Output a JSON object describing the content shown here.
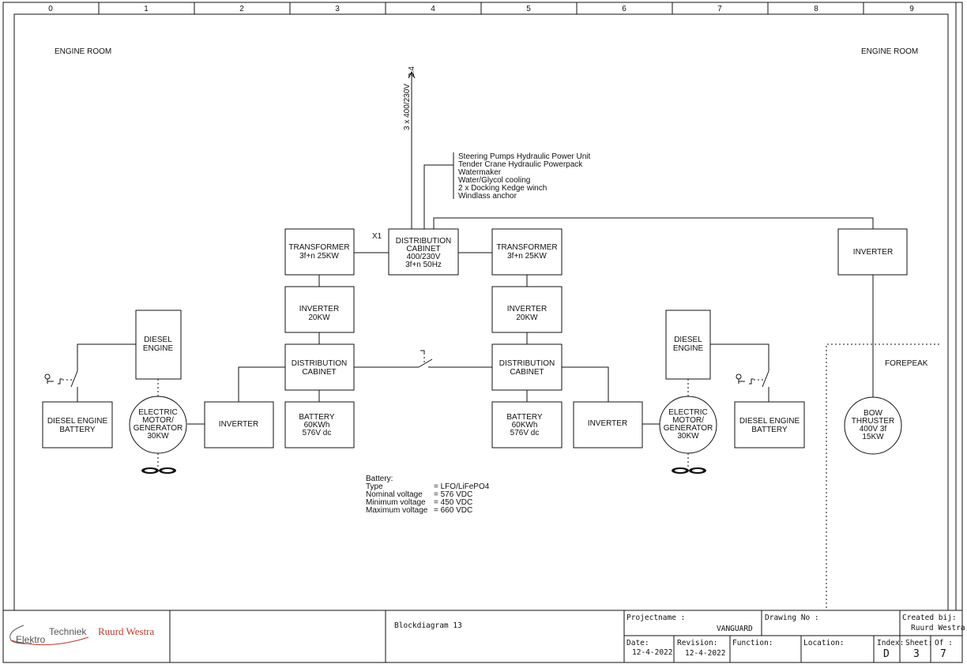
{
  "ruler": [
    "0",
    "1",
    "2",
    "3",
    "4",
    "5",
    "6",
    "7",
    "8",
    "9"
  ],
  "labels": {
    "engine_room_left": "ENGINE ROOM",
    "engine_room_right": "ENGINE ROOM",
    "forepeak": "FOREPEAK",
    "x1": "X1",
    "feed": "3 x 400/230V",
    "feed_ref": "2.4"
  },
  "consumers": [
    "Steering Pumps Hydraulic Power Unit",
    "Tender Crane Hydraulic Powerpack",
    "Watermaker",
    "Water/Glycol cooling",
    "2 x Docking Kedge winch",
    "Windlass anchor"
  ],
  "blocks": {
    "dist_main": [
      "DISTRIBUTION",
      "CABINET",
      "400/230V",
      "3f+n 50Hz"
    ],
    "transformer_left": [
      "TRANSFORMER",
      "3f+n 25KW"
    ],
    "transformer_right": [
      "TRANSFORMER",
      "3f+n 25KW"
    ],
    "inverter_20_left": [
      "INVERTER",
      "20KW"
    ],
    "inverter_20_right": [
      "INVERTER",
      "20KW"
    ],
    "dist_left": [
      "DISTRIBUTION",
      "CABINET"
    ],
    "dist_right": [
      "DISTRIBUTION",
      "CABINET"
    ],
    "battery_left": [
      "BATTERY",
      "60KWh",
      "576V dc"
    ],
    "battery_right": [
      "BATTERY",
      "60KWh",
      "576V dc"
    ],
    "inverter_left": [
      "INVERTER"
    ],
    "inverter_right": [
      "INVERTER"
    ],
    "inverter_bow": [
      "INVERTER"
    ],
    "diesel_engine_left": [
      "DIESEL",
      "ENGINE"
    ],
    "diesel_engine_right": [
      "DIESEL",
      "ENGINE"
    ],
    "diesel_battery_left": [
      "DIESEL ENGINE",
      "BATTERY"
    ],
    "diesel_battery_right": [
      "DIESEL ENGINE",
      "BATTERY"
    ],
    "generator_left": [
      "ELECTRIC",
      "MOTOR/",
      "GENERATOR",
      "30KW"
    ],
    "generator_right": [
      "ELECTRIC",
      "MOTOR/",
      "GENERATOR",
      "30KW"
    ],
    "bow_thruster": [
      "BOW",
      "THRUSTER",
      "400V 3f",
      "15KW"
    ]
  },
  "battery_spec": {
    "heading": "Battery:",
    "rows": [
      {
        "label": "Type",
        "value": "=   LFO/LiFePO4"
      },
      {
        "label": "Nominal voltage",
        "value": "=   576 VDC"
      },
      {
        "label": "Minimum voltage",
        "value": "=   450 VDC"
      },
      {
        "label": "Maximum voltage",
        "value": "=   660 VDC"
      }
    ]
  },
  "title_block": {
    "logo_left": "Elektro",
    "logo_mid": "Techniek",
    "logo_name": "Ruurd Westra",
    "drawing_title": "Blockdiagram 13",
    "projectname_label": "Projectname :",
    "projectname": "VANGUARD",
    "drawing_no_label": "Drawing No :",
    "created_label": "Created bij:",
    "created_by": "Ruurd Westra",
    "date_label": "Date:",
    "date": "12-4-2022",
    "revision_label": "Revision:",
    "revision": "12-4-2022",
    "function_label": "Function:",
    "location_label": "Location:",
    "index_label": "Index:",
    "index": "D",
    "sheet_label": "Sheet:",
    "sheet": "3",
    "of_label": "Of :",
    "of": "7"
  },
  "colors": {
    "line": "#111111",
    "brand_red": "#c0392b",
    "logo_gray": "#555555"
  }
}
